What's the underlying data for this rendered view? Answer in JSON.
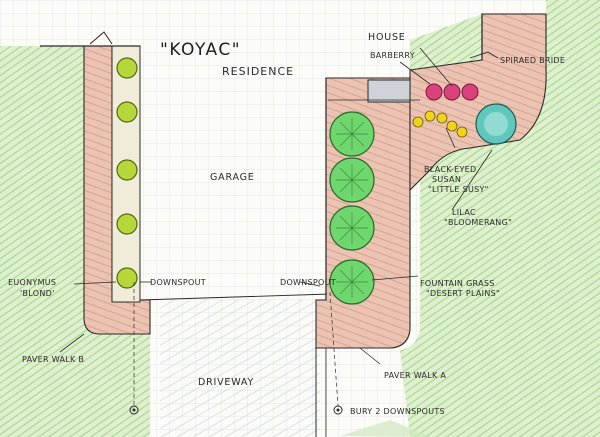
{
  "title": "\"KOYAC\"",
  "subtitle": "RESIDENCE",
  "labels": {
    "garage": "GARAGE",
    "house": "HOUSE",
    "driveway": "DRIVEWAY",
    "barberry": "BARBERRY",
    "spirea": "SPIRAED BRIDE",
    "black_eyed_susan_1": "BLACK-EYED",
    "black_eyed_susan_2": "SUSAN",
    "black_eyed_susan_3": "\"LITTLE SUSY\"",
    "lilac_1": "LILAC",
    "lilac_2": "\"BLOOMERANG\"",
    "euonymus_1": "EUONYMUS",
    "euonymus_2": "'BLOND'",
    "downspout_left": "DOWNSPOUT",
    "downspout_right": "DOWNSPOUT",
    "fountain_grass_1": "FOUNTAIN GRASS",
    "fountain_grass_2": "\"DESERT PLAINS\"",
    "paver_walk_b": "PAVER WALK B",
    "paver_walk_a": "PAVER WALK A",
    "bury_downspouts": "BURY 2 DOWNSPOUTS"
  },
  "colors": {
    "paper": "#fbfbf8",
    "grid": "#dfe3ea",
    "paver": "#e6b8a6",
    "paver_hatch": "#c98a78",
    "lawn": "#a9d68a",
    "shrub_small": "#b7d63a",
    "shrub_large": "#5fcf60",
    "barberry": "#d9427a",
    "susan": "#f1d21c",
    "lilac": "#3fb6a8",
    "ink": "#2a2a2a"
  }
}
